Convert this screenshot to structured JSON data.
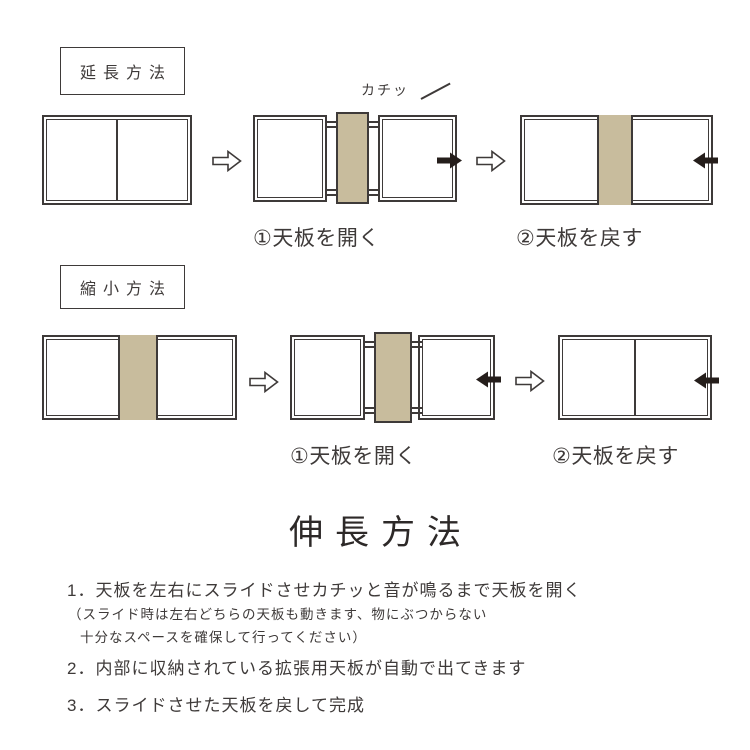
{
  "colors": {
    "stroke": "#3e3a39",
    "beige": "#c8bc9d",
    "arrow": "#251e1b",
    "text": "#3e3a39"
  },
  "extend_section": {
    "heading": "延長方法",
    "click_sound": "カチッ",
    "step1": "①天板を開く",
    "step2": "②天板を戻す"
  },
  "shrink_section": {
    "heading": "縮小方法",
    "step1": "①天板を開く",
    "step2": "②天板を戻す"
  },
  "title": "伸長方法",
  "instructions": {
    "step1": "1．天板を左右にスライドさせカチッと音が鳴るまで天板を開く",
    "step1_note_line1": "（スライド時は左右どちらの天板も動きます、物にぶつからない",
    "step1_note_line2": "十分なスペースを確保して行ってください）",
    "step2": "2．内部に収納されている拡張用天板が自動で出てきます",
    "step3": "3．スライドさせた天板を戻して完成"
  }
}
